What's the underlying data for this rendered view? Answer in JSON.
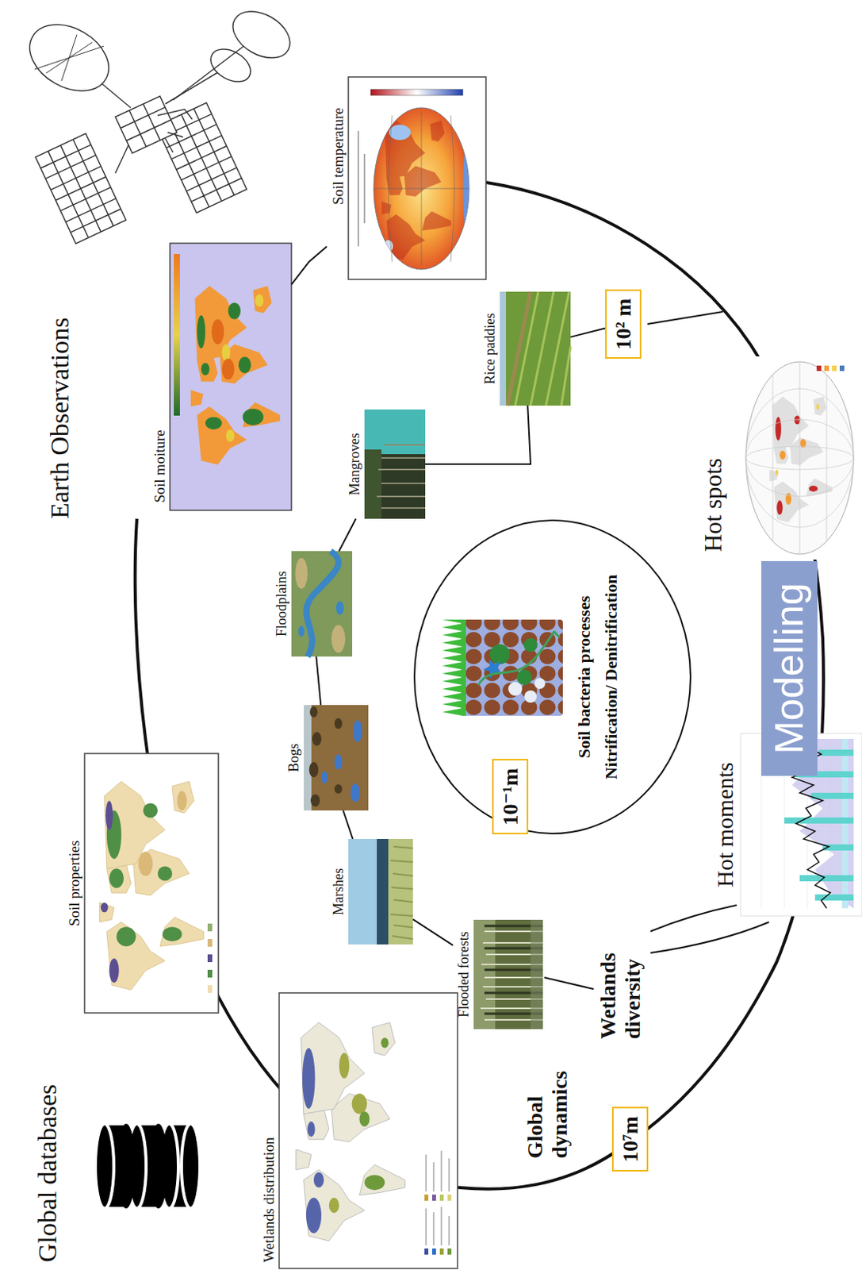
{
  "diagram": {
    "nodes": [
      {
        "text": [
          "Wetlands distribution"
        ]
      },
      {
        "text": [
          "Soil properties"
        ]
      },
      {
        "text": [
          "Soil moiture"
        ]
      },
      {
        "text": [
          "Soil temperature"
        ]
      },
      {
        "text": [
          "Flooded forests"
        ]
      },
      {
        "text": [
          "Marshes"
        ]
      },
      {
        "text": [
          "Bogs"
        ]
      },
      {
        "text": [
          "Floodplains"
        ]
      },
      {
        "text": [
          "Mangroves"
        ]
      },
      {
        "text": [
          "Rice paddies"
        ]
      },
      {
        "text": [
          "Soil bacteria processes",
          "Nitrification/ Denitrification"
        ]
      },
      {
        "text": [
          "10⁻¹m"
        ]
      },
      {
        "text": [
          "10² m"
        ]
      },
      {
        "text": [
          "10⁷m"
        ]
      },
      {
        "text": [
          "Hot spots"
        ]
      },
      {
        "text": [
          "Hot moments"
        ]
      },
      {
        "text": [
          "Modelling"
        ]
      }
    ],
    "edges": [
      {
        "from": 2,
        "to": 3,
        "arrow": "none"
      },
      {
        "from": 4,
        "to": 5,
        "arrow": "none"
      },
      {
        "from": 5,
        "to": 6,
        "arrow": "none"
      },
      {
        "from": 6,
        "to": 7,
        "arrow": "none"
      },
      {
        "from": 7,
        "to": 8,
        "arrow": "none"
      },
      {
        "from": 8,
        "to": 9,
        "arrow": "none"
      },
      {
        "from": 9,
        "to": 12,
        "arrow": "none"
      }
    ],
    "labels": [
      "Global databases",
      "Earth Observations",
      "Global dynamics",
      "Wetlands diversity"
    ]
  }
}
